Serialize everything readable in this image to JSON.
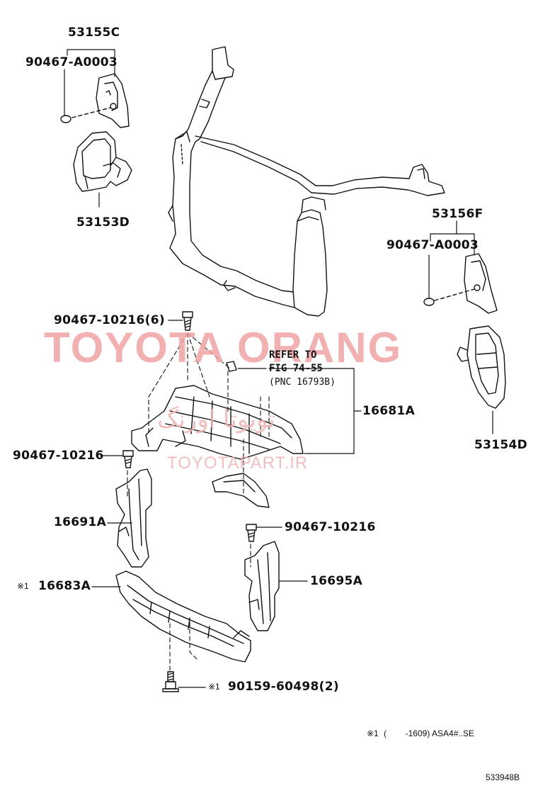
{
  "watermark": {
    "brand": "TOYOTA ORANG",
    "farsi": "تویوتا اورنگ",
    "site": "TOYOTAPART.IR"
  },
  "refer": {
    "line1": "REFER TO",
    "line2": "FIG 74-55",
    "line3": "(PNC 16793B)"
  },
  "labels": {
    "p53155C": "53155C",
    "p90467A0003_left": "90467-A0003",
    "p53153D": "53153D",
    "p53156F": "53156F",
    "p90467A0003_right": "90467-A0003",
    "p53154D": "53154D",
    "p9046710216_6": "90467-10216(6)",
    "p16681A": "16681A",
    "p9046710216_left": "90467-10216",
    "p16691A": "16691A",
    "p9046710216_right": "90467-10216",
    "p16695A": "16695A",
    "p16683A": "16683A",
    "p16683A_mark": "※1",
    "p9015960498": "90159-60498(2)",
    "p9015960498_mark": "※1"
  },
  "footnote": {
    "mark": "※1",
    "text": "(        -1609) ASA4#..SE"
  },
  "diagram_id": "533948B"
}
